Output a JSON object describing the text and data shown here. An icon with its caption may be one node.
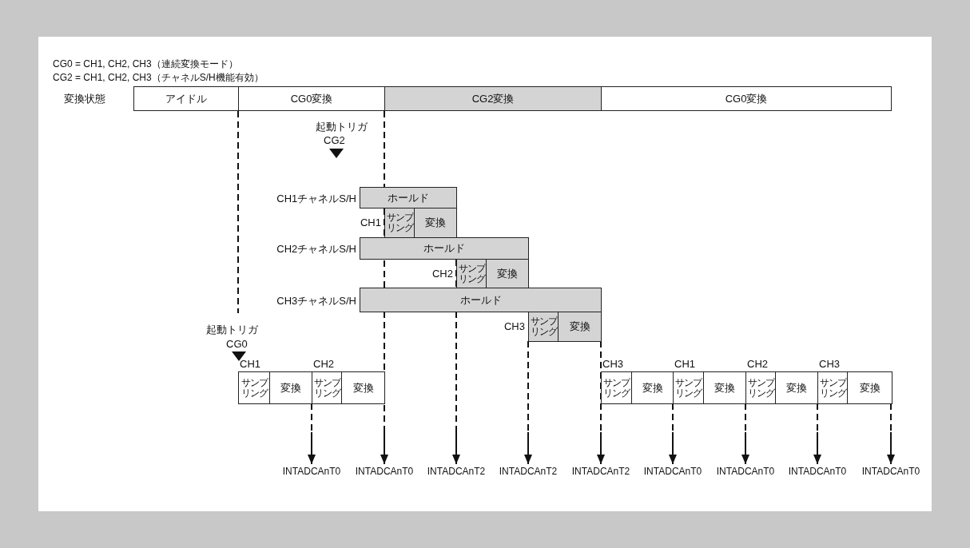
{
  "diagram": {
    "nodes": [
      {
        "text": [
          "アイドル"
        ]
      },
      {
        "text": [
          "CG0変換"
        ]
      },
      {
        "text": [
          "CG2変換"
        ]
      },
      {
        "text": [
          "CG0変換"
        ]
      },
      {
        "text": [
          "ホールド"
        ],
        "beside": [
          "CH1チャネルS/H"
        ]
      },
      {
        "text": [
          "サンプリング"
        ],
        "beside": [
          "CH1"
        ]
      },
      {
        "text": [
          "変換"
        ]
      },
      {
        "text": [
          "ホールド"
        ],
        "beside": [
          "CH2チャネルS/H"
        ]
      },
      {
        "text": [
          "サンプリング"
        ],
        "beside": [
          "CH2"
        ]
      },
      {
        "text": [
          "変換"
        ]
      },
      {
        "text": [
          "ホールド"
        ],
        "beside": [
          "CH3チャネルS/H"
        ]
      },
      {
        "text": [
          "サンプリング"
        ],
        "beside": [
          "CH3"
        ]
      },
      {
        "text": [
          "変換"
        ]
      },
      {
        "text": [
          "サンプリング"
        ],
        "beside": [
          "CH1"
        ]
      },
      {
        "text": [
          "変換"
        ]
      },
      {
        "text": [
          "サンプリング"
        ],
        "beside": [
          "CH2"
        ]
      },
      {
        "text": [
          "変換"
        ]
      },
      {
        "text": [
          "サンプリング"
        ],
        "beside": [
          "CH3"
        ]
      },
      {
        "text": [
          "変換"
        ]
      },
      {
        "text": [
          "サンプリング"
        ],
        "beside": [
          "CH1"
        ]
      },
      {
        "text": [
          "変換"
        ]
      },
      {
        "text": [
          "サンプリング"
        ],
        "beside": [
          "CH2"
        ]
      },
      {
        "text": [
          "変換"
        ]
      },
      {
        "text": [
          "サンプリング"
        ],
        "beside": [
          "CH3"
        ]
      },
      {
        "text": [
          "変換"
        ]
      },
      {
        "text": [
          "INTADCAnT0"
        ]
      },
      {
        "text": [
          "INTADCAnT0"
        ]
      },
      {
        "text": [
          "INTADCAnT2"
        ]
      },
      {
        "text": [
          "INTADCAnT2"
        ]
      },
      {
        "text": [
          "INTADCAnT2"
        ]
      },
      {
        "text": [
          "INTADCAnT0"
        ]
      },
      {
        "text": [
          "INTADCAnT0"
        ]
      },
      {
        "text": [
          "INTADCAnT0"
        ]
      },
      {
        "text": [
          "INTADCAnT0"
        ]
      }
    ],
    "edges": [
      {
        "from": 15,
        "to": 25,
        "arrow": "to",
        "style": "dashed"
      },
      {
        "from": 10,
        "to": 26,
        "arrow": "to",
        "style": "dashed"
      },
      {
        "from": 10,
        "to": 27,
        "arrow": "to",
        "style": "dashed"
      },
      {
        "from": 11,
        "to": 28,
        "arrow": "to",
        "style": "dashed"
      },
      {
        "from": 12,
        "to": 29,
        "arrow": "to",
        "style": "dashed"
      },
      {
        "from": 19,
        "to": 30,
        "arrow": "to",
        "style": "dashed"
      },
      {
        "from": 21,
        "to": 31,
        "arrow": "to",
        "style": "dashed"
      },
      {
        "from": 23,
        "to": 32,
        "arrow": "to",
        "style": "dashed"
      },
      {
        "from": 24,
        "to": 33,
        "arrow": "to",
        "style": "dashed"
      }
    ],
    "labels": [
      "CG0 = CH1, CH2, CH3（連続変換モード）",
      "CG2 = CH1, CH2, CH3（チャネルS/H機能有効）",
      "変換状態",
      "起動トリガ",
      "CG2",
      "起動トリガ",
      "CG0"
    ]
  }
}
